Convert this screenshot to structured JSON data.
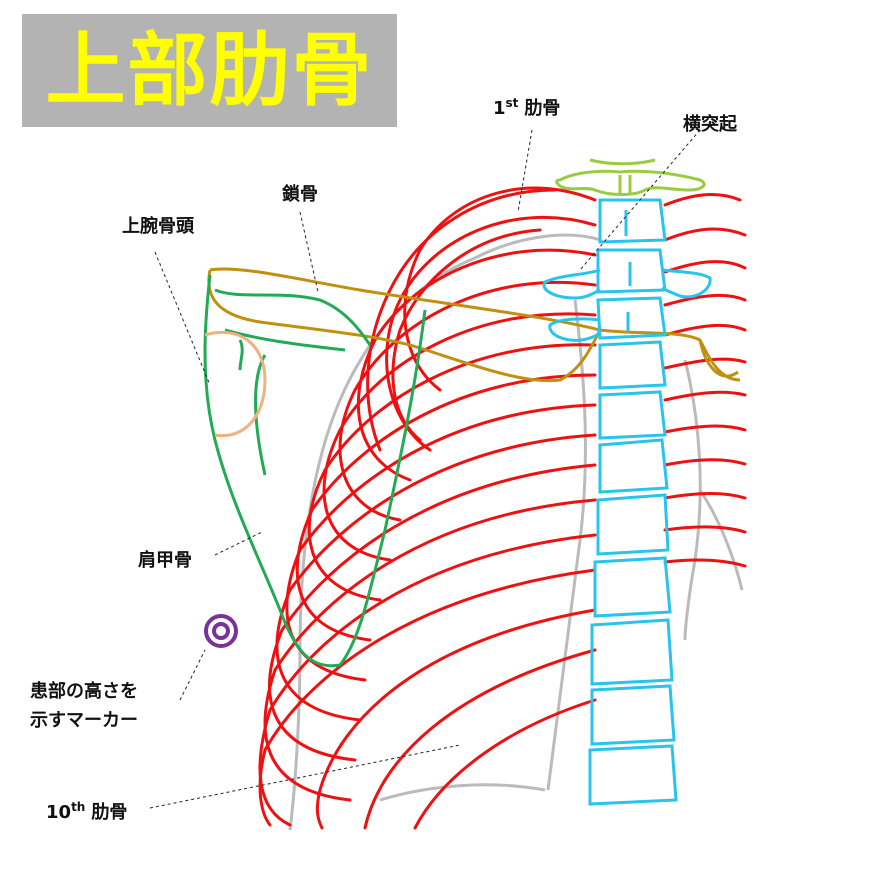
{
  "title": "上部肋骨",
  "labels": {
    "rib1_num": "1",
    "rib1_sup": "st",
    "rib1_text": "肋骨",
    "transverse_process": "横突起",
    "clavicle": "鎖骨",
    "humeral_head": "上腕骨頭",
    "scapula": "肩甲骨",
    "marker_line1": "患部の高さを",
    "marker_line2": "示すマーカー",
    "rib10_num": "10",
    "rib10_sup": "th",
    "rib10_text": "肋骨"
  },
  "colors": {
    "title_bg": "#b3b3b3",
    "title_text": "#ffff00",
    "ribs": "#ee1111",
    "spine": "#29c4ee",
    "clavicle": "#c09010",
    "scapula": "#22aa55",
    "humeral_head": "#f0b080",
    "c7_vertebra": "#99cc44",
    "body_outline": "#bbbbbb",
    "marker": "#7a3296"
  },
  "icons": {
    "marker": "concentric-circle-marker-icon"
  }
}
